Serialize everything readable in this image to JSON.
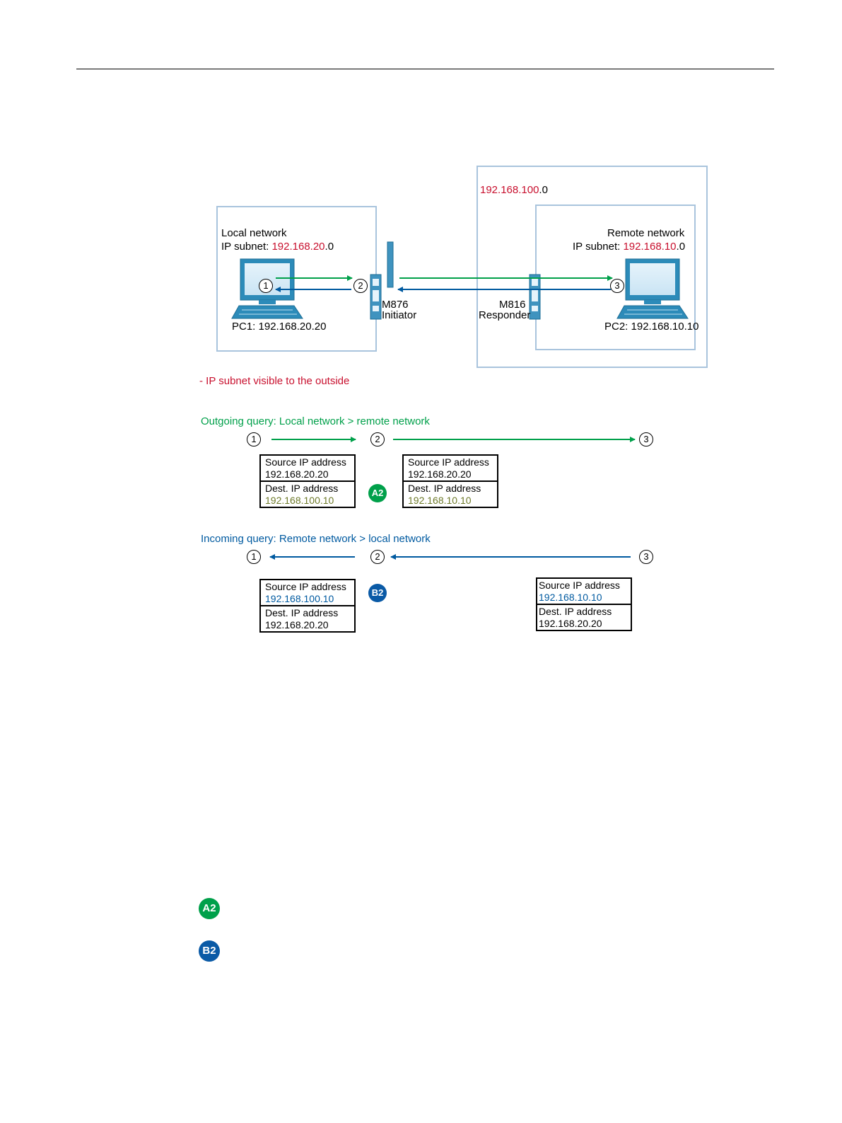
{
  "topology": {
    "outer_network_red": "192.168.100",
    "outer_network_suffix": ".0",
    "local": {
      "title": "Local network",
      "subnet_prefix": "IP subnet: ",
      "subnet_red": "192.168.20",
      "subnet_suffix": ".0",
      "pc_label": "PC1: 192.168.20.20"
    },
    "remote": {
      "title": "Remote network",
      "subnet_prefix": "IP subnet: ",
      "subnet_red": "192.168.10",
      "subnet_suffix": ".0",
      "pc_label": "PC2: 192.168.10.10"
    },
    "initiator": {
      "model": "M876",
      "role": "Initiator"
    },
    "responder": {
      "model": "M816",
      "role": "Responder"
    },
    "markers": [
      "1",
      "2",
      "3"
    ],
    "legend_note": "- IP subnet visible to the outside"
  },
  "outgoing": {
    "title": "Outgoing query: Local network > remote network",
    "markers": [
      "1",
      "2",
      "3"
    ],
    "badge": "A2",
    "packet_left": {
      "src_label": "Source IP address",
      "src_value": "192.168.20.20",
      "dst_label": "Dest. IP address",
      "dst_value": "192.168.100.10"
    },
    "packet_right": {
      "src_label": "Source IP address",
      "src_value": "192.168.20.20",
      "dst_label": "Dest. IP address",
      "dst_value": "192.168.10.10"
    }
  },
  "incoming": {
    "title": "Incoming query: Remote network > local network",
    "markers": [
      "1",
      "2",
      "3"
    ],
    "badge": "B2",
    "packet_left": {
      "src_label": "Source IP address",
      "src_value": "192.168.100.10",
      "dst_label": "Dest. IP address",
      "dst_value": "192.168.20.20"
    },
    "packet_right": {
      "src_label": "Source IP address",
      "src_value": "192.168.10.10",
      "dst_label": "Dest. IP address",
      "dst_value": "192.168.20.20"
    }
  },
  "legend": {
    "badge_a": "A2",
    "badge_b": "B2"
  },
  "colors": {
    "green": "#00a04a",
    "blue": "#005aa0",
    "red": "#c8102e",
    "olive": "#6e7a2a",
    "frame": "#a9c4dd"
  }
}
